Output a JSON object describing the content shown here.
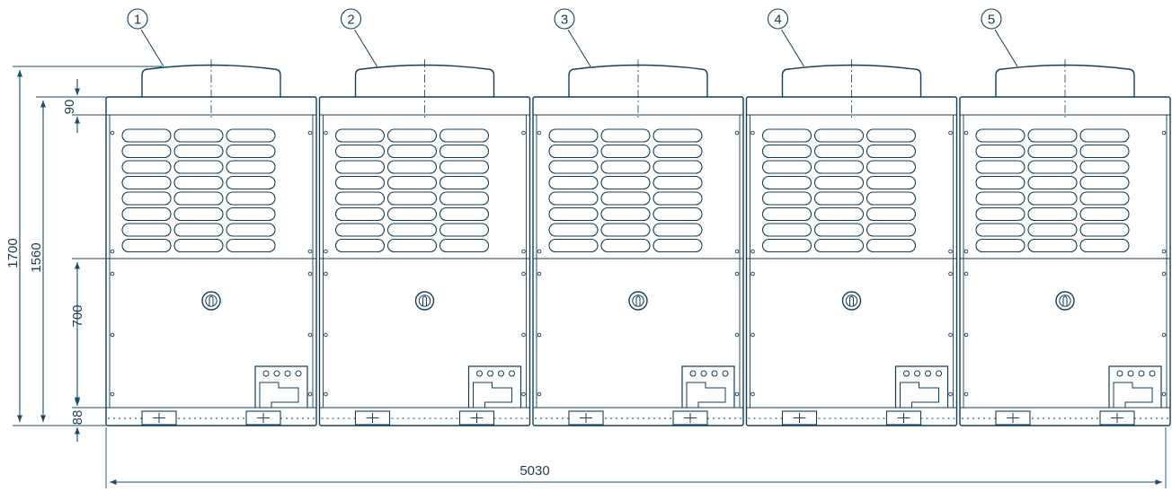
{
  "colors": {
    "line": "#123e5a",
    "dimension": "#1a4d6e",
    "text": "#1a3b52",
    "background": "#ffffff"
  },
  "units": [
    {
      "label": "1"
    },
    {
      "label": "2"
    },
    {
      "label": "3"
    },
    {
      "label": "4"
    },
    {
      "label": "5"
    }
  ],
  "dimensions": {
    "overall_height": "1700",
    "body_height": "1560",
    "top_section": "90",
    "lower_panel": "700",
    "base": "88",
    "total_width": "5030"
  }
}
